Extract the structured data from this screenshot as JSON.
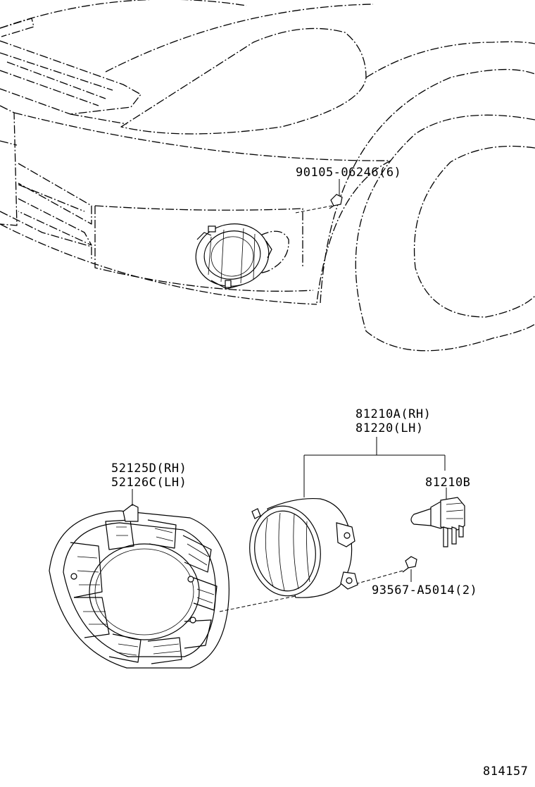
{
  "diagram": {
    "labels": {
      "screw_top": "90105-06246(6)",
      "lamp_rh": "81210A(RH)",
      "lamp_lh": "81220(LH)",
      "bulb": "81210B",
      "cover_rh": "52125D(RH)",
      "cover_lh": "52126C(LH)",
      "screw_bottom": "93567-A5014(2)",
      "illustration_number": "814157"
    }
  }
}
